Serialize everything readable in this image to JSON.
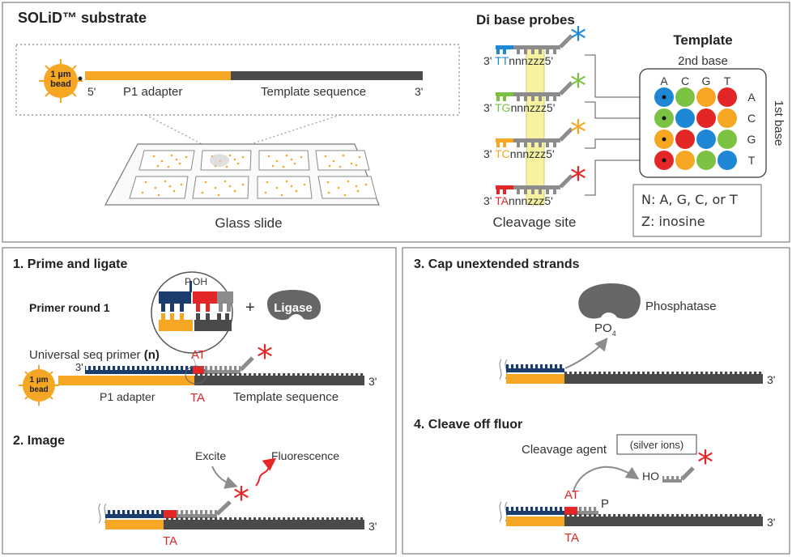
{
  "colors": {
    "orange": "#f5a623",
    "dark_gray": "#4a4a4a",
    "mid_gray": "#8c8c8c",
    "navy": "#1a3d6d",
    "red": "#e32626",
    "blue": "#1f88d6",
    "green": "#7cc242",
    "yellow_band": "#f7f2a0"
  },
  "top": {
    "title": "SOLiD™ substrate",
    "bead_line1": "1 µm",
    "bead_line2": "bead",
    "five_prime": "5'",
    "p1_adapter": "P1 adapter",
    "template_sequence": "Template sequence",
    "three_prime": "3'",
    "glass_slide": "Glass slide"
  },
  "probes": {
    "title": "Di base probes",
    "rows": [
      {
        "prefix": "3'",
        "b1": "T",
        "b2": "T",
        "rest": "nnnzzz",
        "suffix": "5'",
        "color": "#1f88d6",
        "star_icon": "blue-asterisk-icon"
      },
      {
        "prefix": "3'",
        "b1": "T",
        "b2": "G",
        "rest": "nnnzzz",
        "suffix": "5'",
        "color": "#7cc242",
        "star_icon": "green-asterisk-icon"
      },
      {
        "prefix": "3'",
        "b1": "T",
        "b2": "C",
        "rest": "nnnzzz",
        "suffix": "5'",
        "color": "#f5a623",
        "star_icon": "orange-asterisk-icon"
      },
      {
        "prefix": "3'",
        "b1": "T",
        "b2": "A",
        "rest": "nnnzzz",
        "suffix": "5'",
        "color": "#e32626",
        "star_icon": "red-asterisk-icon"
      }
    ],
    "cleavage_site": "Cleavage site"
  },
  "template_matrix": {
    "title": "Template",
    "second_base": "2nd base",
    "first_base": "1st base",
    "columns": [
      "A",
      "C",
      "G",
      "T"
    ],
    "rows": [
      "A",
      "C",
      "G",
      "T"
    ],
    "cells": [
      [
        "#1f88d6",
        "#7cc242",
        "#f5a623",
        "#e32626"
      ],
      [
        "#7cc242",
        "#1f88d6",
        "#e32626",
        "#f5a623"
      ],
      [
        "#f5a623",
        "#e32626",
        "#1f88d6",
        "#7cc242"
      ],
      [
        "#e32626",
        "#f5a623",
        "#7cc242",
        "#1f88d6"
      ]
    ],
    "legend_n": "N: A, G, C, or T",
    "legend_z": "Z: inosine"
  },
  "step1": {
    "title": "1. Prime and ligate",
    "primer_round": "Primer round 1",
    "p": "P",
    "oh": "OH",
    "plus": "+",
    "ligase": "Ligase",
    "universal_primer": "Universal seq primer ",
    "n_label": "(n)",
    "three_prime": "3'",
    "at": "AT",
    "ta": "TA",
    "bead_line1": "1 µm",
    "bead_line2": "bead",
    "p1_adapter": "P1 adapter",
    "template_sequence": "Template sequence",
    "end_three_prime": "3'"
  },
  "step2": {
    "title": "2. Image",
    "excite": "Excite",
    "fluorescence": "Fluorescence",
    "ta": "TA",
    "three_prime": "3'"
  },
  "step3": {
    "title": "3. Cap unextended strands",
    "phosphatase": "Phosphatase",
    "po": "PO",
    "sub4": "4",
    "three_prime": "3'"
  },
  "step4": {
    "title": "4. Cleave off fluor",
    "cleavage_agent": "Cleavage agent",
    "silver_ions": "(silver ions)",
    "ho": "HO",
    "at": "AT",
    "p": "P",
    "ta": "TA",
    "three_prime": "3'"
  }
}
